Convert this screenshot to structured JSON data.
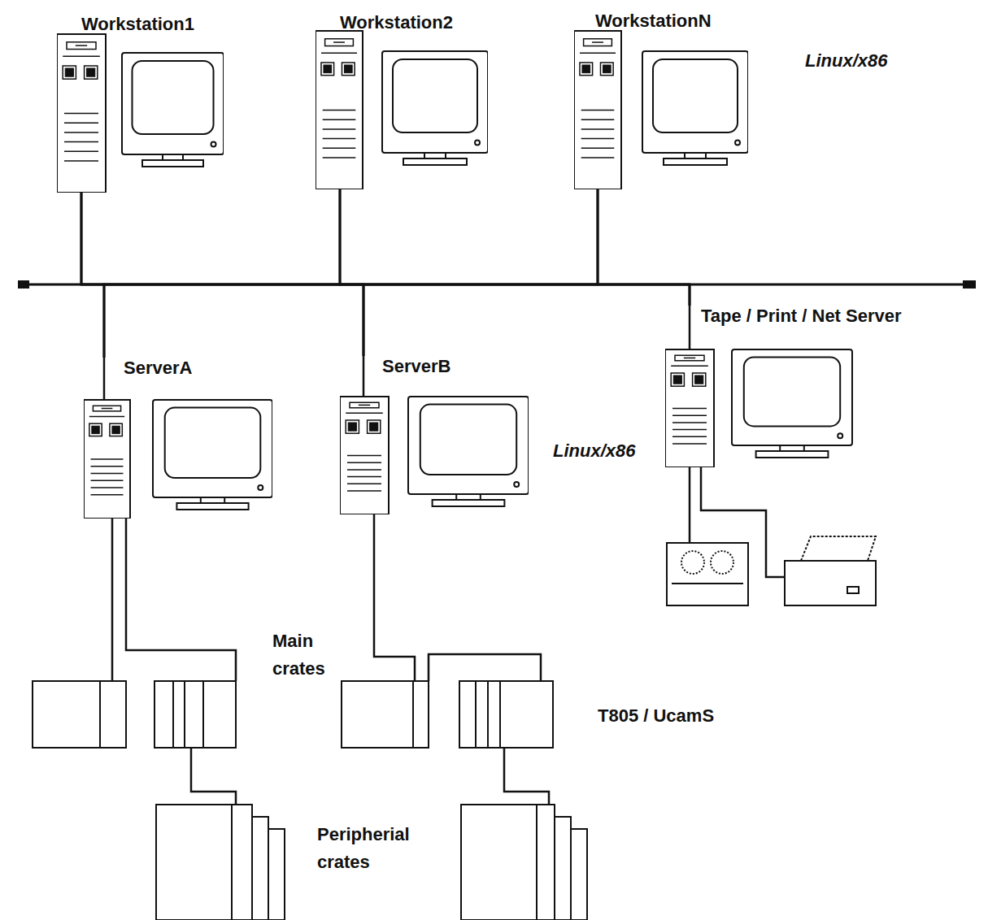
{
  "diagram": {
    "nodes": [
      {
        "text": [
          "Workstation1"
        ]
      },
      {
        "text": [
          "Workstation2"
        ]
      },
      {
        "text": [
          "WorkstationN"
        ]
      },
      {
        "text": [
          "ServerA"
        ]
      },
      {
        "text": [
          "ServerB"
        ]
      },
      {
        "text": [
          "Tape / Print / Net Server"
        ]
      }
    ],
    "edges": [
      {
        "from": 0,
        "to": 3,
        "arrow": "none"
      },
      {
        "from": 0,
        "to": 4,
        "arrow": "none"
      },
      {
        "from": 0,
        "to": 5,
        "arrow": "none"
      },
      {
        "from": 1,
        "to": 3,
        "arrow": "none"
      },
      {
        "from": 1,
        "to": 4,
        "arrow": "none"
      },
      {
        "from": 1,
        "to": 5,
        "arrow": "none"
      },
      {
        "from": 2,
        "to": 3,
        "arrow": "none"
      },
      {
        "from": 2,
        "to": 4,
        "arrow": "none"
      },
      {
        "from": 2,
        "to": 5,
        "arrow": "none"
      }
    ],
    "labels": [
      "Linux/x86",
      "Linux/x86",
      "Main crates",
      "T805 / UcamS",
      "Peripherial crates"
    ]
  }
}
